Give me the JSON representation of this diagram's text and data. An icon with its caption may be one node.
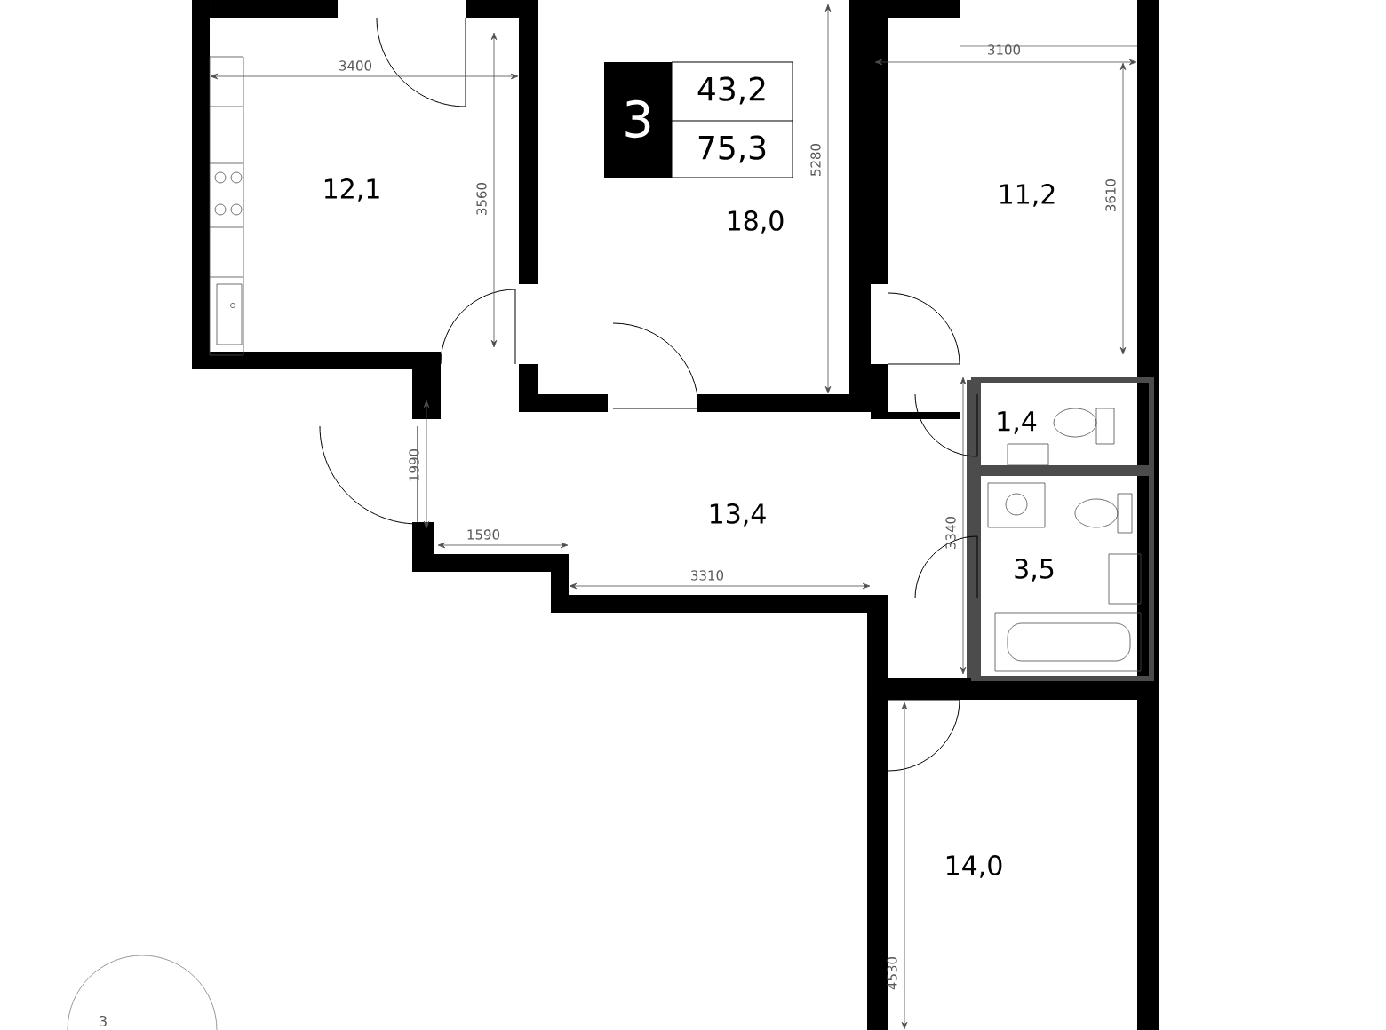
{
  "diagram": {
    "labels": [
      "3400",
      "3",
      "43,2",
      "75,3",
      "3100",
      "12,1",
      "3560",
      "5280",
      "3610",
      "11,2",
      "18,0",
      "1,4",
      "1990",
      "13,4",
      "3340",
      "1590",
      "3310",
      "3,5",
      "4530",
      "14,0",
      "3"
    ]
  }
}
